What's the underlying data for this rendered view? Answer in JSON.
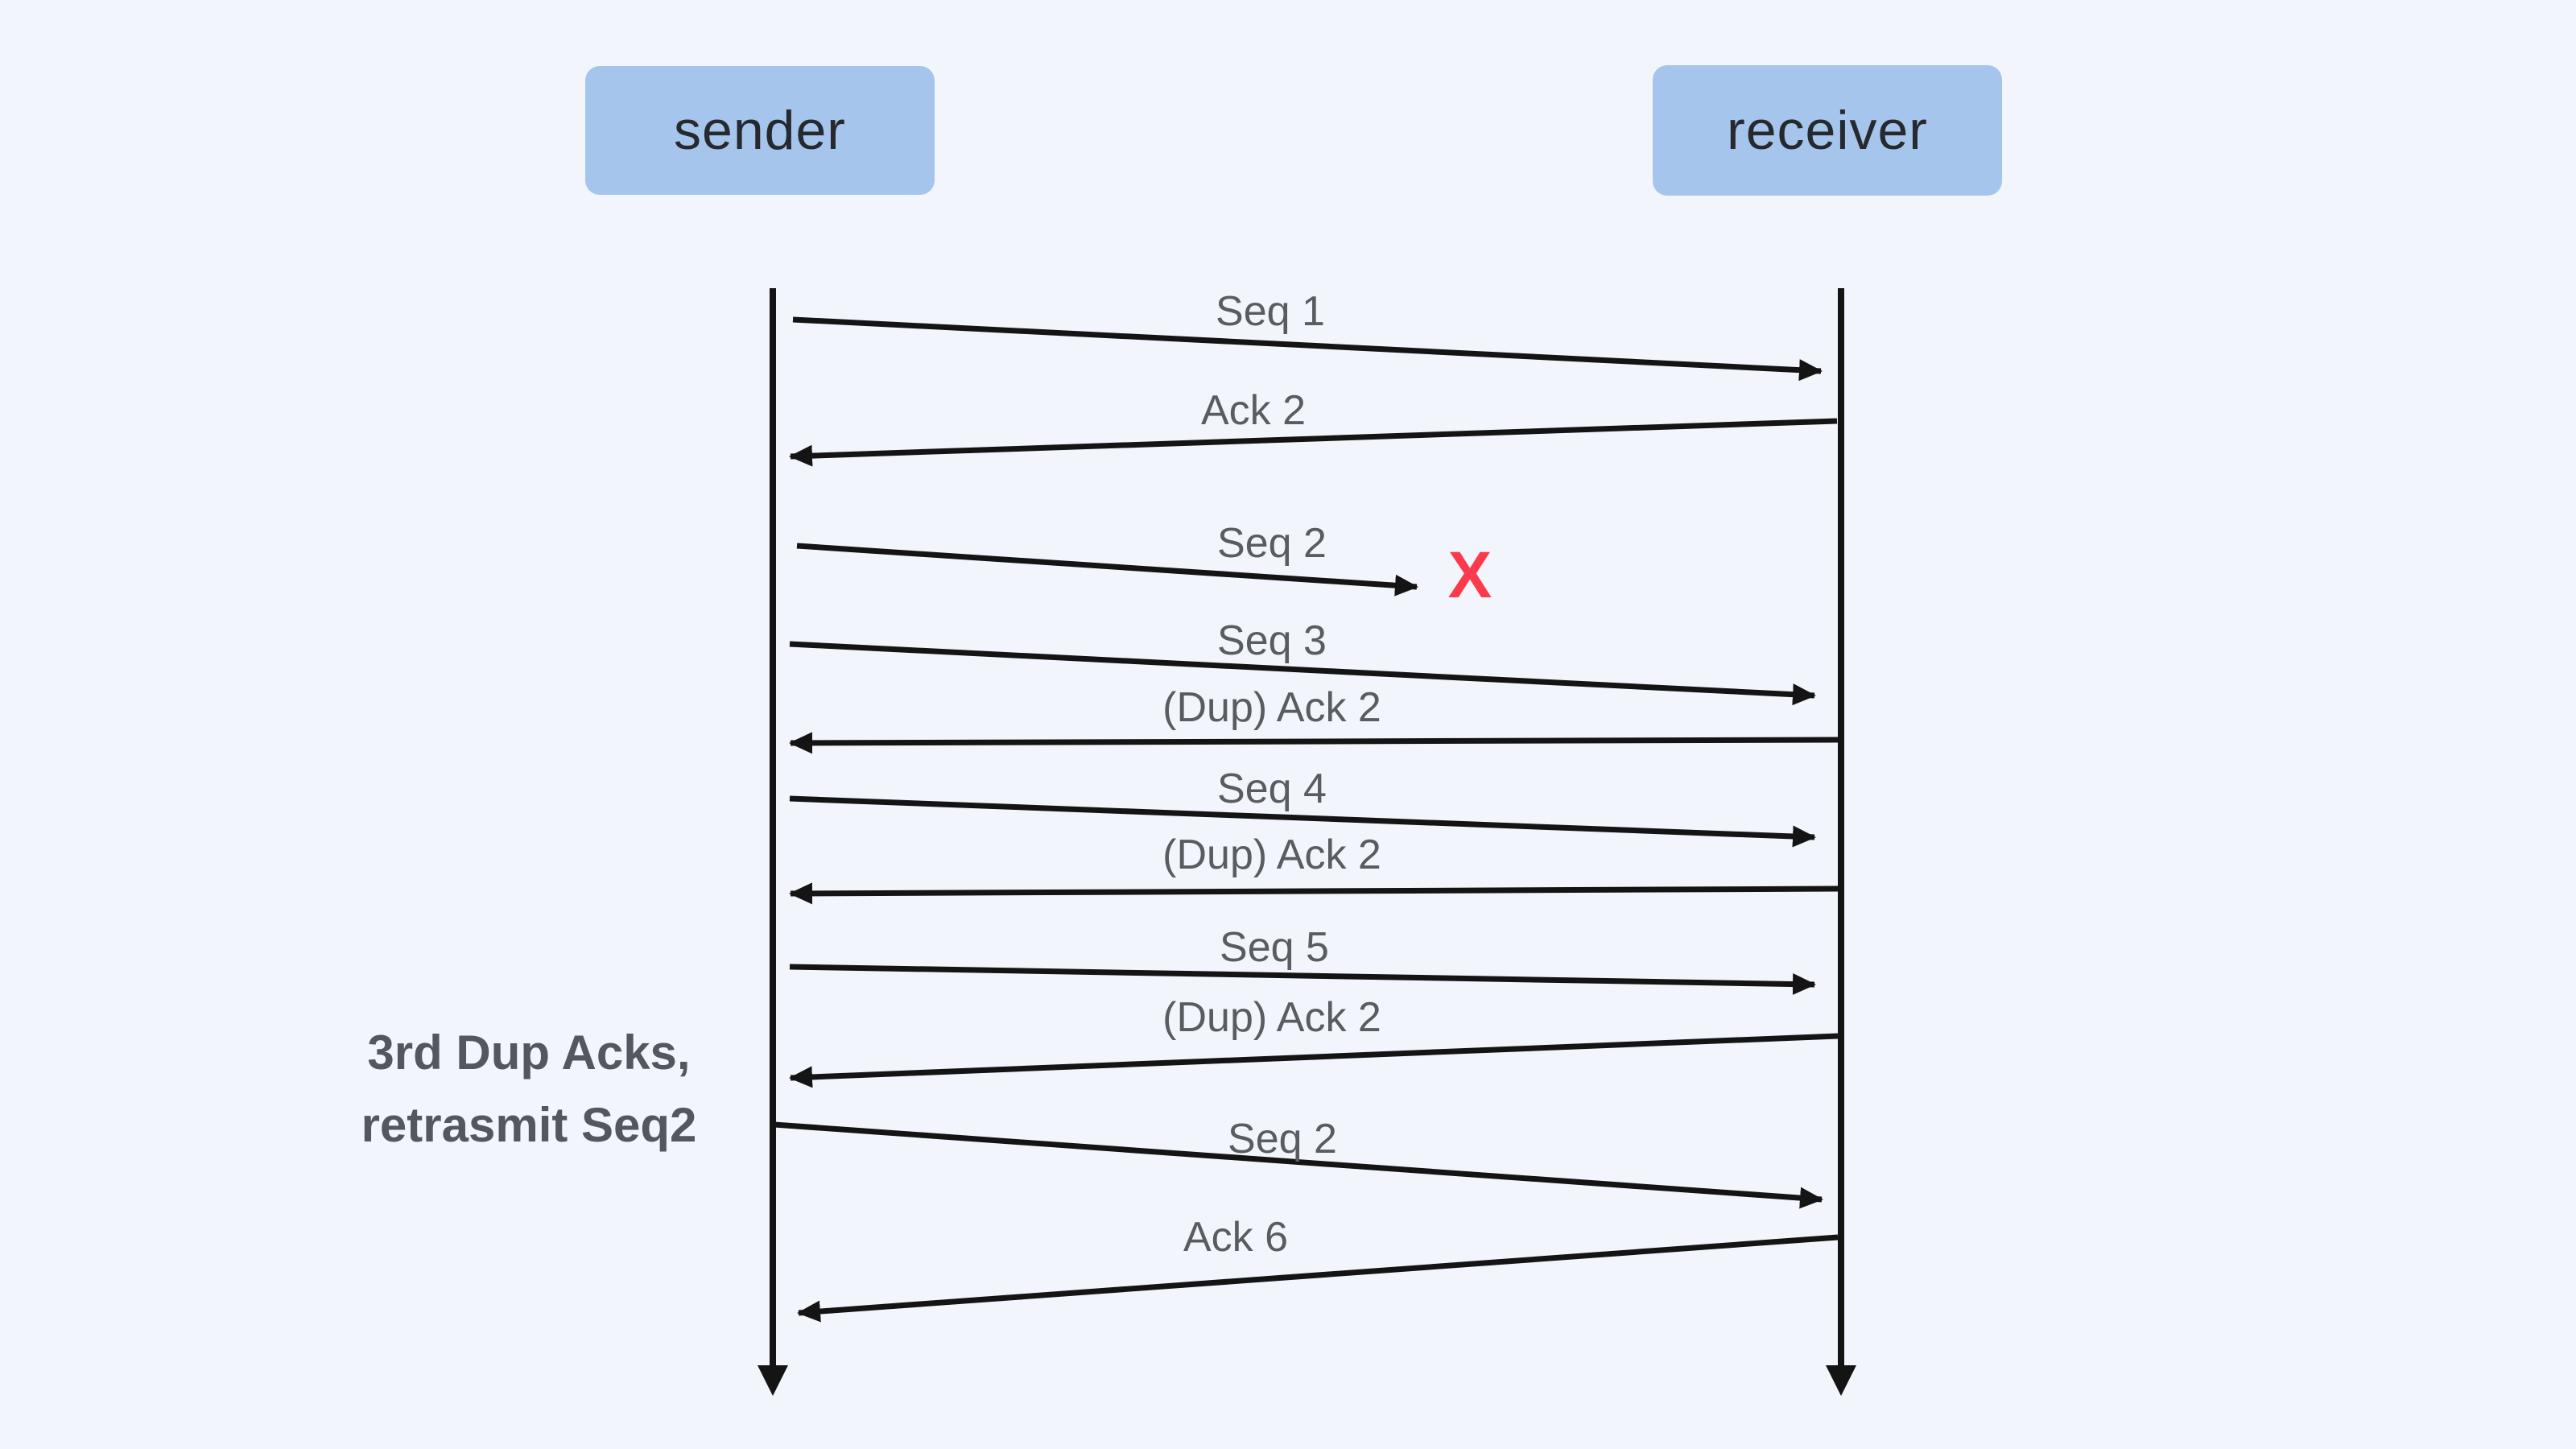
{
  "diagram": {
    "actors": [
      {
        "label": "sender"
      },
      {
        "label": "receiver"
      }
    ],
    "messages": [
      {
        "label": "Seq 1",
        "from": "sender",
        "to": "receiver",
        "outcome": "delivered"
      },
      {
        "label": "Ack 2",
        "from": "receiver",
        "to": "sender",
        "outcome": "delivered"
      },
      {
        "label": "Seq 2",
        "from": "sender",
        "to": "receiver",
        "outcome": "lost"
      },
      {
        "label": "Seq 3",
        "from": "sender",
        "to": "receiver",
        "outcome": "delivered"
      },
      {
        "label": "(Dup) Ack 2",
        "from": "receiver",
        "to": "sender",
        "outcome": "delivered"
      },
      {
        "label": "Seq 4",
        "from": "sender",
        "to": "receiver",
        "outcome": "delivered"
      },
      {
        "label": "(Dup) Ack 2",
        "from": "receiver",
        "to": "sender",
        "outcome": "delivered"
      },
      {
        "label": "Seq 5",
        "from": "sender",
        "to": "receiver",
        "outcome": "delivered"
      },
      {
        "label": "(Dup) Ack 2",
        "from": "receiver",
        "to": "sender",
        "outcome": "delivered"
      },
      {
        "label": "Seq 2",
        "from": "sender",
        "to": "receiver",
        "outcome": "delivered"
      },
      {
        "label": "Ack 6",
        "from": "receiver",
        "to": "sender",
        "outcome": "delivered"
      }
    ],
    "loss_marker": "X",
    "annotation": {
      "line1": "3rd Dup Acks,",
      "line2": "retrasmit Seq2"
    },
    "colors": {
      "background": "#f2f5fc",
      "actor_fill": "#a6c5ec",
      "actor_text": "#26292e",
      "arrow": "#141414",
      "message_text": "#595c61",
      "loss_marker": "#fb3b4c",
      "annotation_text": "#54585e"
    }
  }
}
